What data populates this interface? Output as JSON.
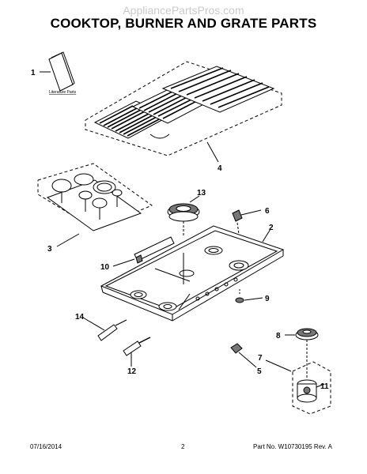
{
  "header": {
    "watermark": "AppliancePartsPros.com",
    "title": "COOKTOP, BURNER AND GRATE PARTS"
  },
  "callouts": {
    "c1": "1",
    "c2": "2",
    "c3": "3",
    "c4": "4",
    "c5": "5",
    "c6": "6",
    "c7": "7",
    "c8": "8",
    "c9": "9",
    "c10": "10",
    "c11": "11",
    "c12": "12",
    "c13": "13",
    "c14": "14"
  },
  "literature_label": "Literature Parts",
  "footer": {
    "date": "07/16/2014",
    "page": "2",
    "part_no": "Part No.  W10730195  Rev.  A"
  }
}
